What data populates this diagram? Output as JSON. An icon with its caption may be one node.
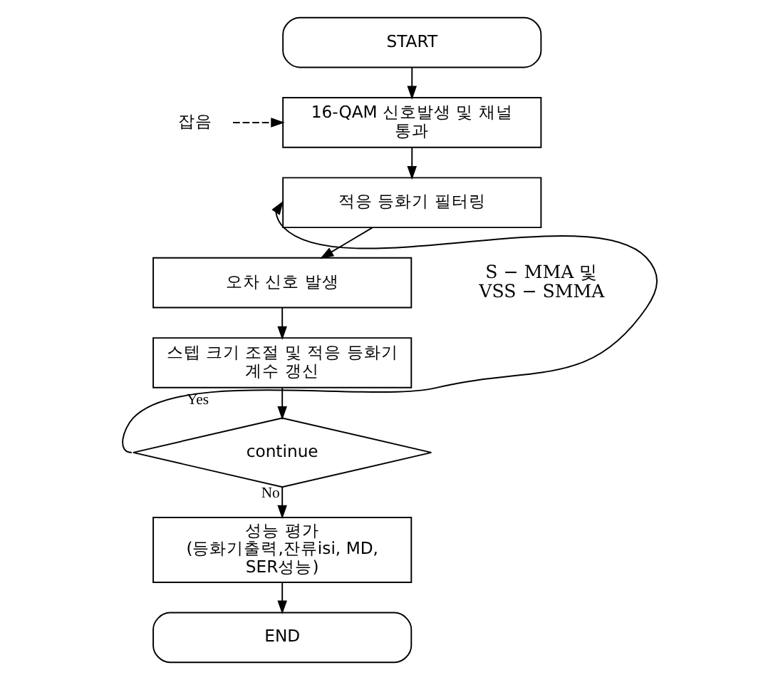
{
  "diagram": {
    "nodes": [
      {
        "text": [
          "START"
        ]
      },
      {
        "text": [
          "16-QAM 신호발생 및 채널 통과"
        ]
      },
      {
        "text": [
          "잡음"
        ]
      },
      {
        "text": [
          "적응 등화기 필터링"
        ]
      },
      {
        "text": [
          "오차 신호 발생"
        ]
      },
      {
        "text": [
          "스텝 크기 조절 및 적응 등화기 계수 갱신"
        ]
      },
      {
        "text": [
          "continue"
        ]
      },
      {
        "text": [
          "성능 평가 (등화기출력,잔류isi, MD, SER성능)"
        ]
      },
      {
        "text": [
          "END"
        ]
      }
    ],
    "edges": [
      {
        "from": 0,
        "to": 1,
        "arrow": "to"
      },
      {
        "from": 2,
        "to": 1,
        "arrow": "to",
        "style": "dashed"
      },
      {
        "from": 1,
        "to": 3,
        "arrow": "to"
      },
      {
        "from": 3,
        "to": 4,
        "arrow": "to"
      },
      {
        "from": 4,
        "to": 5,
        "arrow": "to"
      },
      {
        "from": 5,
        "to": 6,
        "arrow": "to"
      },
      {
        "from": 6,
        "to": 3,
        "arrow": "to",
        "label": "Yes"
      },
      {
        "from": 6,
        "to": 7,
        "arrow": "to",
        "label": "No"
      },
      {
        "from": 7,
        "to": 8,
        "arrow": "to"
      }
    ],
    "labels": [
      "S − MMA 및 VSS − SMMA"
    ]
  }
}
